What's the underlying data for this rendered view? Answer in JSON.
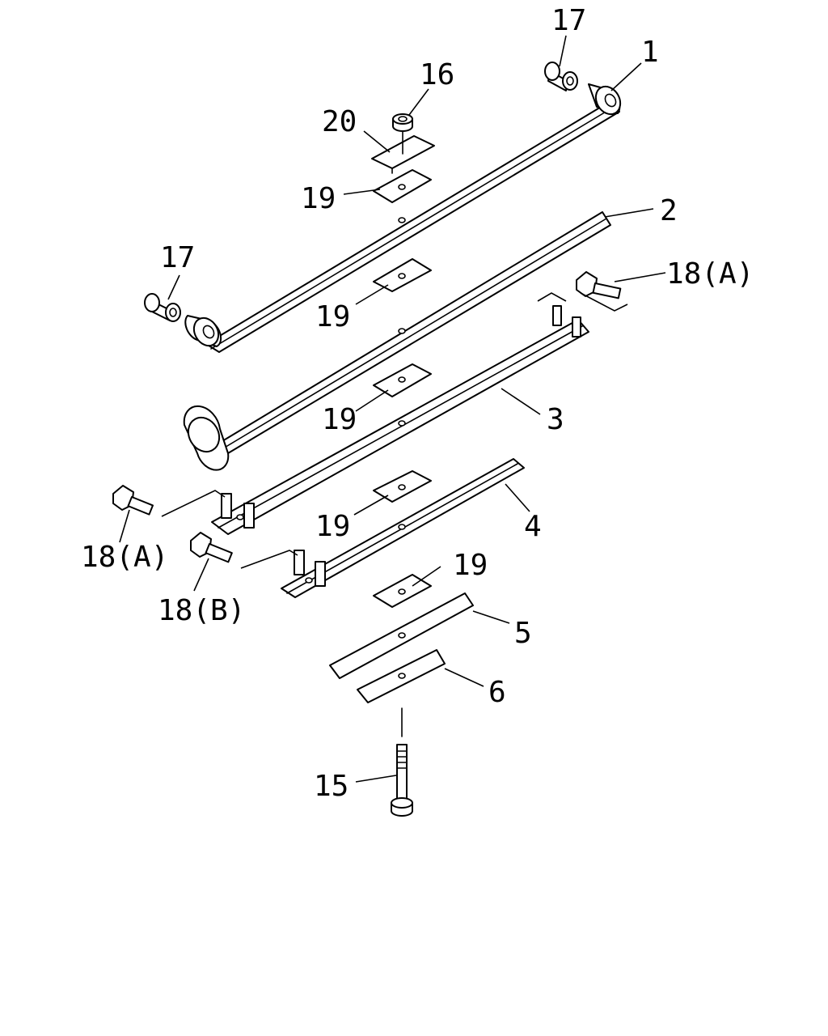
{
  "labels": {
    "p1": "1",
    "p2": "2",
    "p3": "3",
    "p4": "4",
    "p5": "5",
    "p6": "6",
    "p15": "15",
    "p16": "16",
    "p17_top": "17",
    "p17_left": "17",
    "p18a_right": "18(A)",
    "p18a_left": "18(A)",
    "p18b": "18(B)",
    "p19_a": "19",
    "p19_b": "19",
    "p19_c": "19",
    "p19_d": "19",
    "p19_e": "19",
    "p20": "20"
  }
}
